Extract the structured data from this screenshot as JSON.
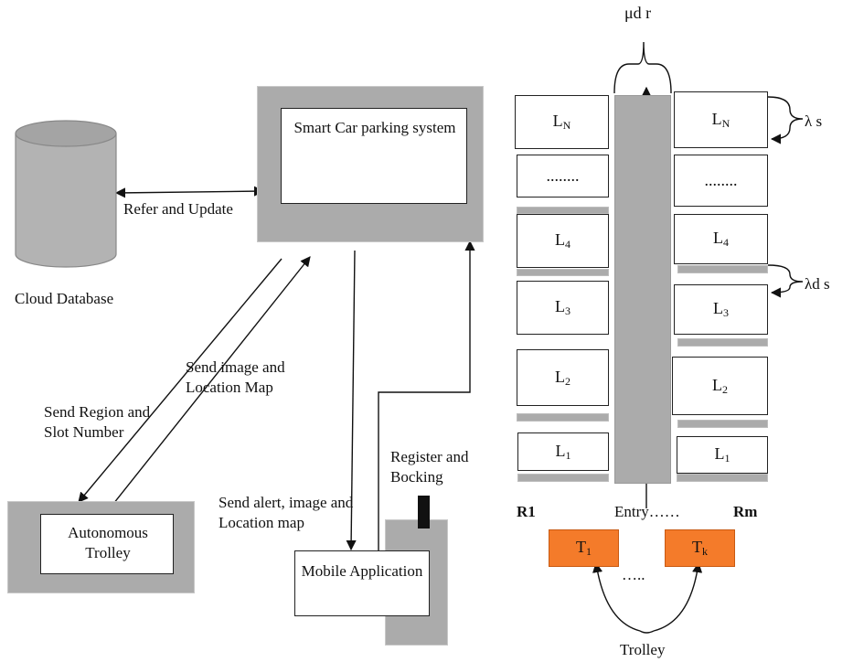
{
  "nodes": {
    "cloud_db": "Cloud Database",
    "smart_parking": "Smart Car parking system",
    "autonomous_trolley": "Autonomous Trolley",
    "mobile_app": "Mobile Application"
  },
  "edges": {
    "refer_update": "Refer and Update",
    "send_image_location": "Send image and Location Map",
    "send_region_slot": "Send Region and Slot Number",
    "send_alert": "Send alert, image and Location map",
    "register_booking": "Register and Bocking"
  },
  "lot": {
    "mu": "μd r",
    "lambda_s": "λ s",
    "lambda_ds": "λd s",
    "left_slots": [
      "LN",
      "........",
      "L4",
      "L3",
      "L2",
      "L1"
    ],
    "right_slots": [
      "LN",
      "........",
      "L4",
      "L3",
      "L2",
      "L1"
    ],
    "region_left": "R1",
    "region_right": "Rm",
    "entry": "Entry……",
    "trolleys": [
      "T1",
      "Tk"
    ],
    "trolley_dots": "…..",
    "trolley_label": "Trolley"
  }
}
